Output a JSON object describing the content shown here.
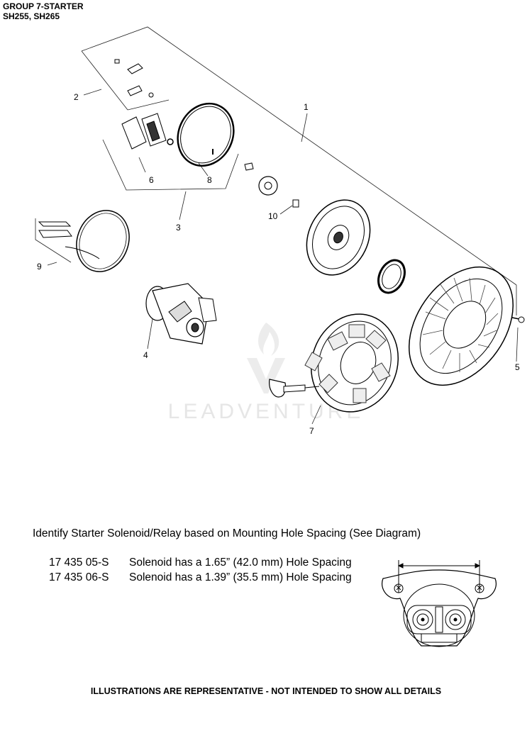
{
  "header": {
    "group": "GROUP 7-STARTER",
    "models": "SH255, SH265"
  },
  "diagram": {
    "callouts": [
      "1",
      "2",
      "3",
      "4",
      "5",
      "6",
      "7",
      "8",
      "9",
      "10"
    ],
    "watermark": "LEADVENTURE"
  },
  "solenoid": {
    "heading": "Identify Starter Solenoid/Relay based on Mounting Hole Spacing (See Diagram)",
    "rows": [
      {
        "part_number": "17 435 05-S",
        "description": "Solenoid has a 1.65” (42.0 mm) Hole Spacing"
      },
      {
        "part_number": "17 435 06-S",
        "description": "Solenoid has a 1.39” (35.5 mm) Hole Spacing"
      }
    ]
  },
  "footer": "ILLUSTRATIONS ARE REPRESENTATIVE - NOT INTENDED TO SHOW ALL DETAILS"
}
